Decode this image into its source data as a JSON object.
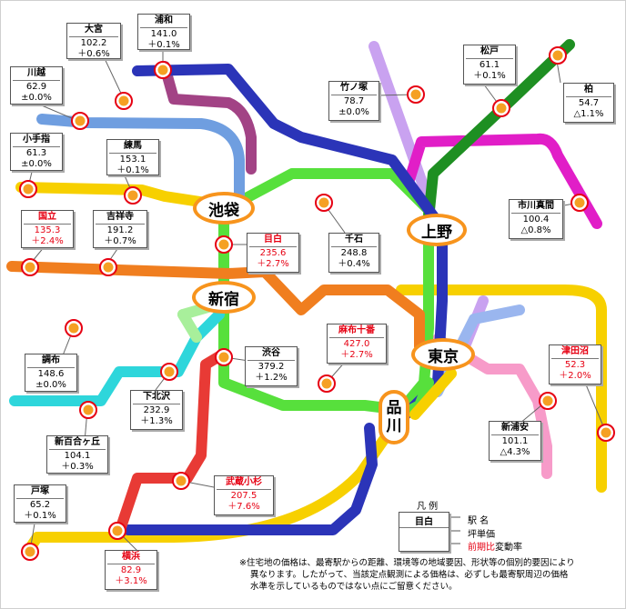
{
  "hubs": {
    "ikebukuro": "池袋",
    "ueno": "上野",
    "shinjuku": "新宿",
    "tokyo": "東京",
    "shinagawa_1": "品",
    "shinagawa_2": "川"
  },
  "stations": [
    {
      "key": "omiya",
      "name": "大宮",
      "price": "102.2",
      "change": "＋0.6%",
      "red": false
    },
    {
      "key": "urawa",
      "name": "浦和",
      "price": "141.0",
      "change": "＋0.1%",
      "red": false
    },
    {
      "key": "kawagoe",
      "name": "川越",
      "price": "62.9",
      "change": "±0.0%",
      "red": false
    },
    {
      "key": "kotesashi",
      "name": "小手指",
      "price": "61.3",
      "change": "±0.0%",
      "red": false
    },
    {
      "key": "nerima",
      "name": "練馬",
      "price": "153.1",
      "change": "＋0.1%",
      "red": false
    },
    {
      "key": "kunitachi",
      "name": "国立",
      "price": "135.3",
      "change": "＋2.4%",
      "red": true
    },
    {
      "key": "kichijoji",
      "name": "吉祥寺",
      "price": "191.2",
      "change": "＋0.7%",
      "red": false
    },
    {
      "key": "mejiro",
      "name": "目白",
      "price": "235.6",
      "change": "＋2.7%",
      "red": true
    },
    {
      "key": "sengoku",
      "name": "千石",
      "price": "248.8",
      "change": "＋0.4%",
      "red": false
    },
    {
      "key": "takenotsuka",
      "name": "竹ノ塚",
      "price": "78.7",
      "change": "±0.0%",
      "red": false
    },
    {
      "key": "matsudo",
      "name": "松戸",
      "price": "61.1",
      "change": "＋0.1%",
      "red": false
    },
    {
      "key": "kashiwa",
      "name": "柏",
      "price": "54.7",
      "change": "△1.1%",
      "red": false
    },
    {
      "key": "ichikawamama",
      "name": "市川真間",
      "price": "100.4",
      "change": "△0.8%",
      "red": false
    },
    {
      "key": "chofu",
      "name": "調布",
      "price": "148.6",
      "change": "±0.0%",
      "red": false
    },
    {
      "key": "shibuya",
      "name": "渋谷",
      "price": "379.2",
      "change": "＋1.2%",
      "red": false
    },
    {
      "key": "azabujuban",
      "name": "麻布十番",
      "price": "427.0",
      "change": "＋2.7%",
      "red": true
    },
    {
      "key": "shimokitazawa",
      "name": "下北沢",
      "price": "232.9",
      "change": "＋1.3%",
      "red": false
    },
    {
      "key": "shinyurigaoka",
      "name": "新百合ヶ丘",
      "price": "104.1",
      "change": "＋0.3%",
      "red": false
    },
    {
      "key": "tsudanuma",
      "name": "津田沼",
      "price": "52.3",
      "change": "＋2.0%",
      "red": true
    },
    {
      "key": "shinurayasu",
      "name": "新浦安",
      "price": "101.1",
      "change": "△4.3%",
      "red": false
    },
    {
      "key": "musashikosugi",
      "name": "武蔵小杉",
      "price": "207.5",
      "change": "＋7.6%",
      "red": true
    },
    {
      "key": "totsuka",
      "name": "戸塚",
      "price": "65.2",
      "change": "＋0.1%",
      "red": false
    },
    {
      "key": "yokohama",
      "name": "横浜",
      "price": "82.9",
      "change": "＋3.1%",
      "red": true
    }
  ],
  "legend": {
    "title": "凡 例",
    "sample_station": "目白",
    "item_name": "駅 名",
    "item_price": "坪単価",
    "item_change_red": "前期比",
    "item_change_rest": "変動率"
  },
  "note": {
    "line1": "※住宅地の価格は、最寄駅からの距離、環境等の地域要因、形状等の個別的要因により",
    "line2": "異なります。したがって、当該定点観測による価格は、必ずしも最寄駅周辺の価格",
    "line3": "水準を示しているものではない点にご留意ください。"
  },
  "colors": {
    "yamanote": "#57e03c",
    "orange": "#f07e1f",
    "navy": "#2b34b8",
    "purple": "#a24385",
    "lightblue": "#6f9ee0",
    "yellow": "#f7d000",
    "magenta": "#e11ec7",
    "darkgreen": "#1e8f22",
    "lavender": "#c9a2f0",
    "cyan": "#2ed6db",
    "pink": "#f79bc9",
    "red": "#e83a35",
    "paleblue": "#9ab6ef",
    "palegreen": "#a8ef9b"
  }
}
